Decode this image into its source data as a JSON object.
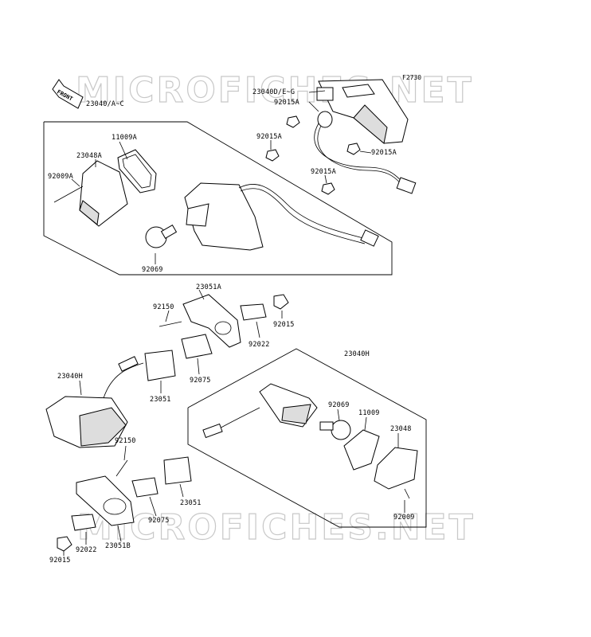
{
  "ref_code": "F2730",
  "front_label": "FRONT",
  "watermark": "MICROFICHES.NET",
  "labels": {
    "l23040ac": "23040/A~C",
    "l23040dg": "23040D/E~G",
    "l11009a": "11009A",
    "l23048a": "23048A",
    "l92009a": "92009A",
    "l92069_top": "92069",
    "l92015a_1": "92015A",
    "l92015a_2": "92015A",
    "l92015a_3": "92015A",
    "l92015a_4": "92015A",
    "l23051a": "23051A",
    "l92150_top": "92150",
    "l92015_mid": "92015",
    "l92022_mid": "92022",
    "l92075_mid": "92075",
    "l23051_mid": "23051",
    "l23040h_left": "23040H",
    "l23040h_right": "23040H",
    "l92069_bot": "92069",
    "l11009": "11009",
    "l23048": "23048",
    "l92009": "92009",
    "l92150_bot": "92150",
    "l23051_bot": "23051",
    "l92075_bot": "92075",
    "l92022_bot": "92022",
    "l23051b": "23051B",
    "l92015_bot": "92015"
  }
}
